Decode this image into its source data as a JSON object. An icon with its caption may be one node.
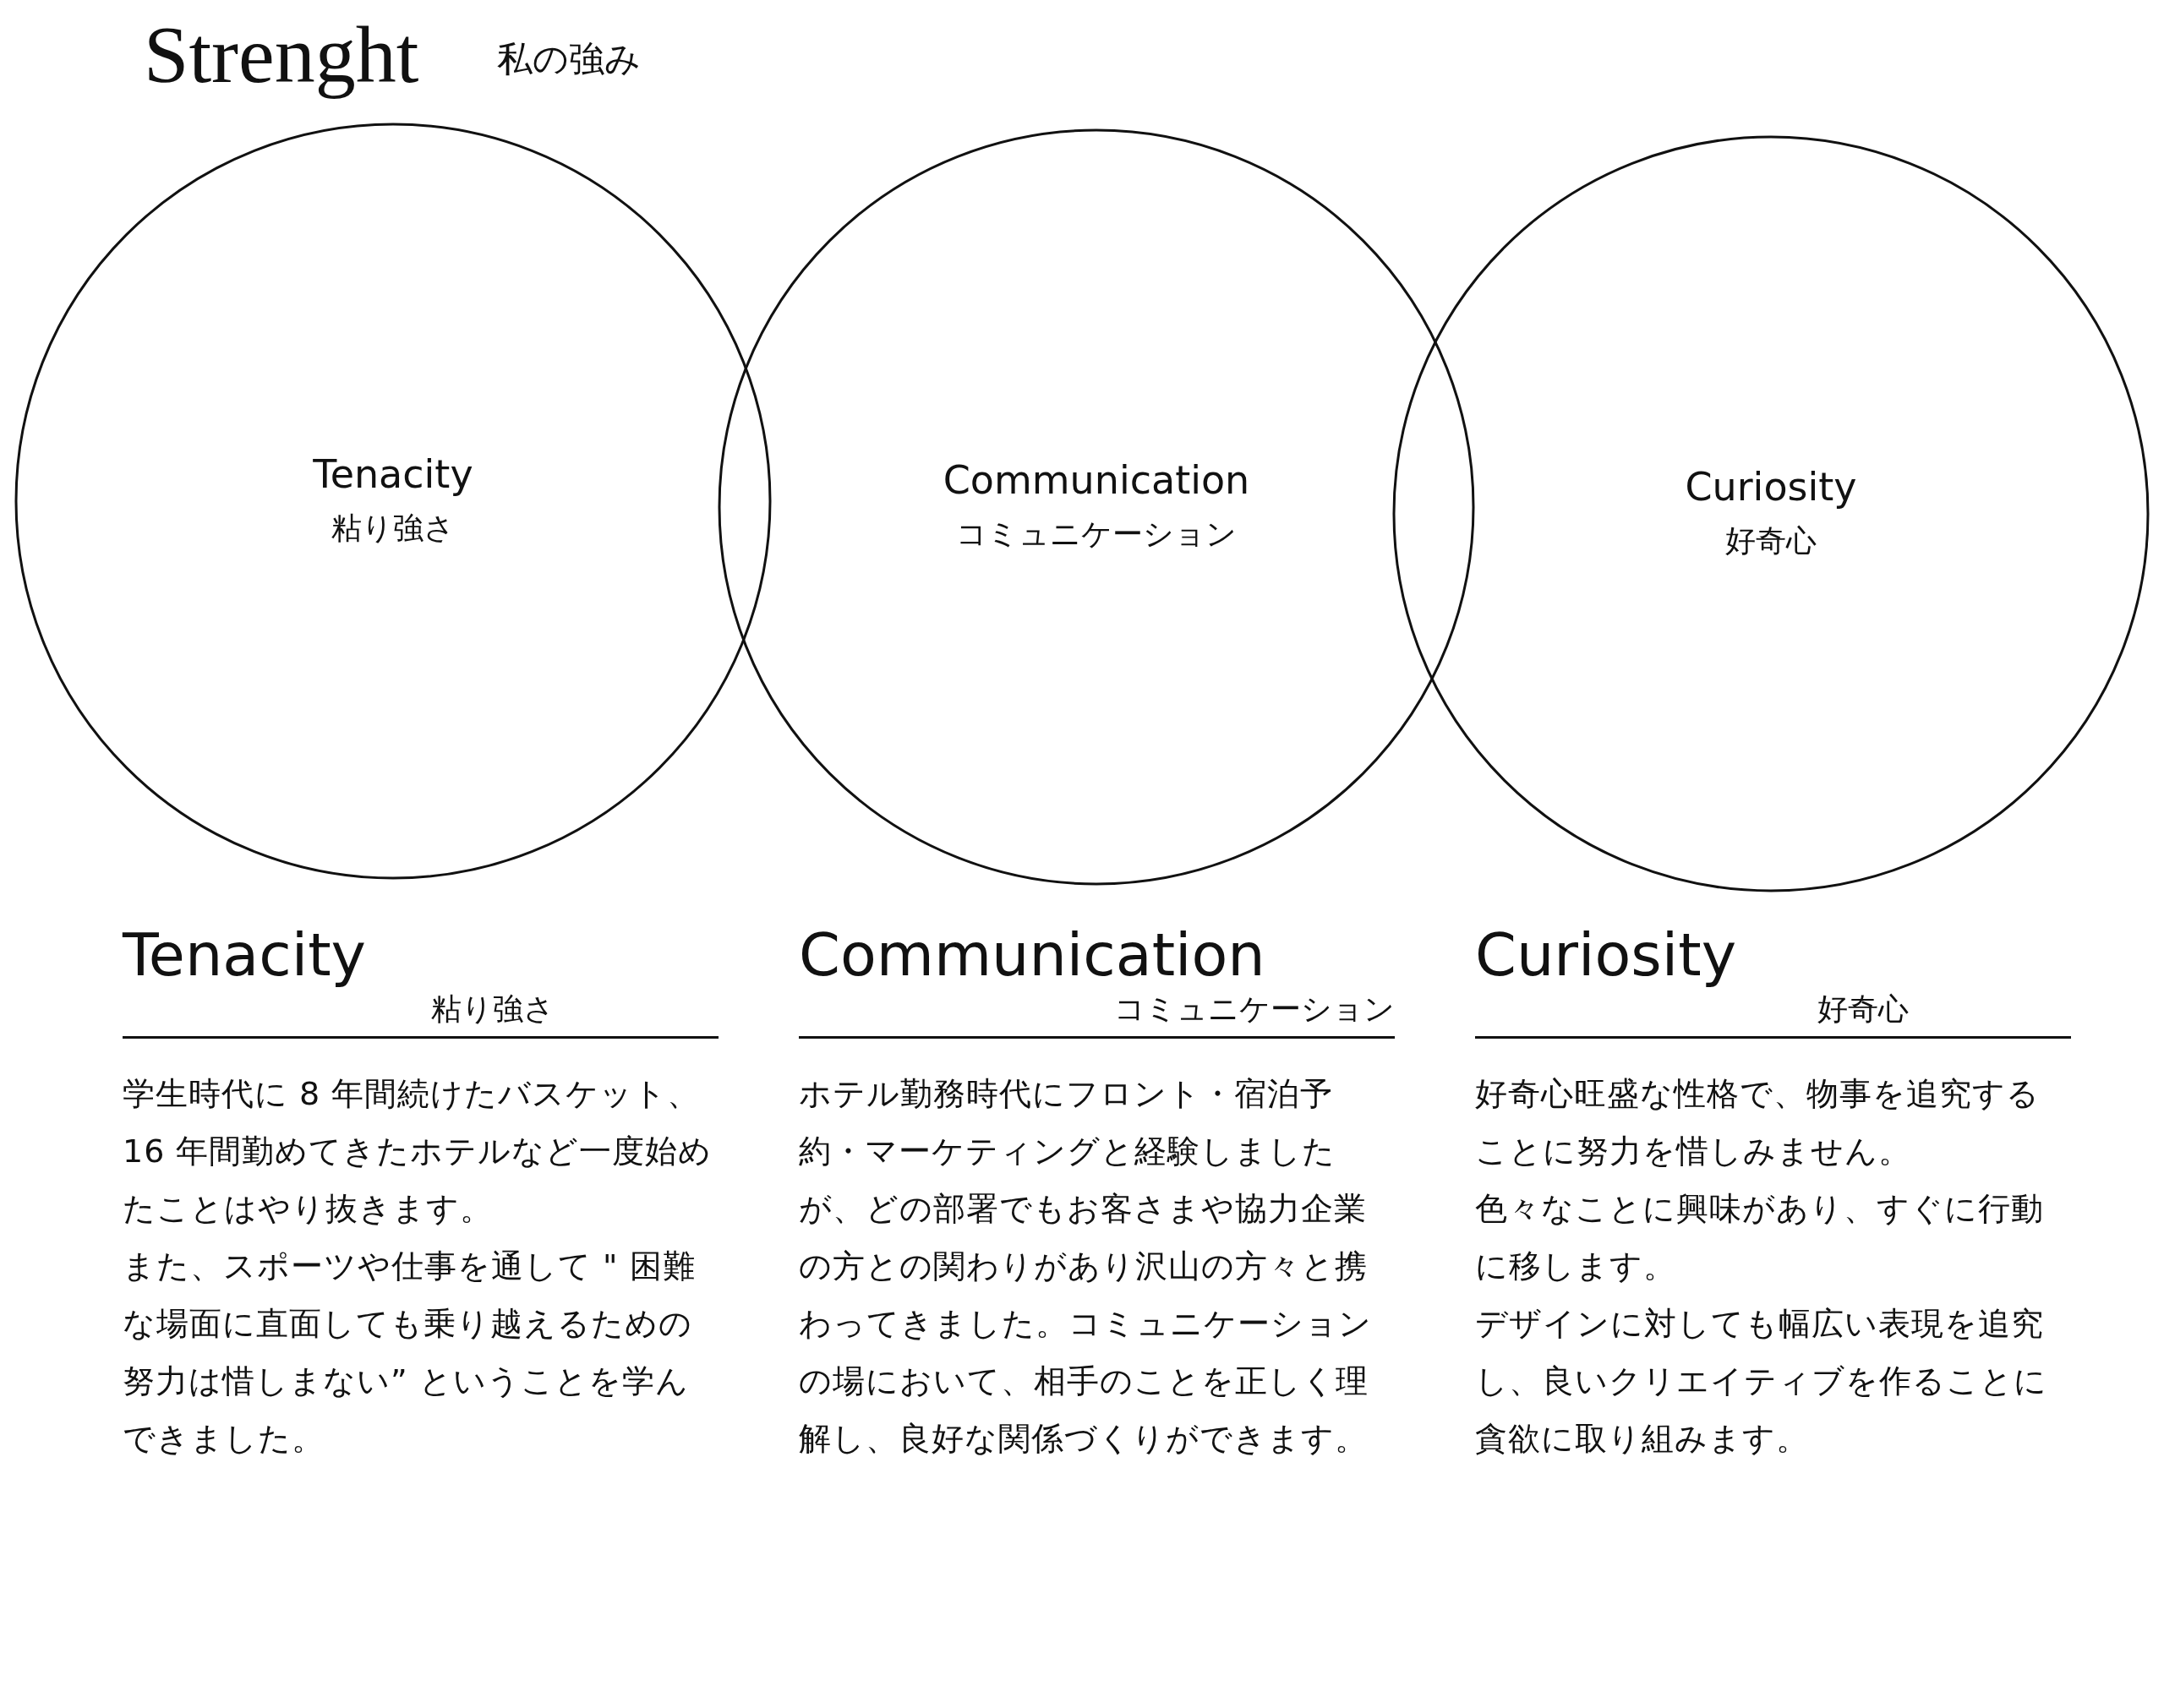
{
  "diagram": {
    "title": "Strenght",
    "nodes": [
      {
        "text": [
          "Tenacity",
          "粘り強さ"
        ]
      },
      {
        "text": [
          "Communication",
          "コミュニケーション"
        ]
      },
      {
        "text": [
          "Curiosity",
          "好奇心"
        ]
      }
    ],
    "labels": [
      "私の強み",
      "Tenacity",
      "粘り強さ",
      "学生時代に 8 年間続けたバスケット、16 年間勤めてきたホテルなど一度始めたことはやり抜きます。",
      "また、スポーツや仕事を通して \" 困難な場面に直面しても乗り越えるための努力は惜しまない” ということを学んできました。",
      "Communication",
      "コミュニケーション",
      "ホテル勤務時代にフロント・宿泊予約・マーケティングと経験しましたが、どの部署でもお客さまや協力企業の方との関わりがあり沢山の方々と携わってきました。コミュニケーションの場において、相手のことを正しく理解し、良好な関係づくりができます。",
      "Curiosity",
      "好奇心",
      "好奇心旺盛な性格で、物事を追究することに努力を惜しみません。",
      "色々なことに興味があり、すぐに行動に移します。",
      "デザインに対しても幅広い表現を追究し、良いクリエイティブを作ることに貪欲に取り組みます。"
    ]
  }
}
